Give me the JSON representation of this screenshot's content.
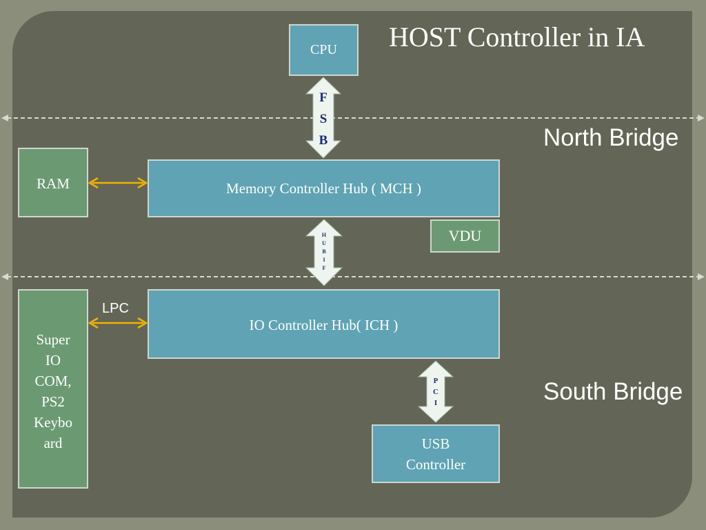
{
  "title": "HOST Controller in IA",
  "regions": {
    "north": "North Bridge",
    "south": "South Bridge"
  },
  "blocks": {
    "cpu": "CPU",
    "ram": "RAM",
    "mch": "Memory Controller Hub ( MCH )",
    "vdu": "VDU",
    "ich": "IO Controller Hub( ICH )",
    "superio": [
      "Super",
      "IO",
      "COM,",
      "PS2",
      "Keybo",
      "ard"
    ],
    "usb": [
      "USB",
      "Controller"
    ]
  },
  "links": {
    "fsb": [
      "F",
      "S",
      "B"
    ],
    "hubif": [
      "H",
      "U",
      "B",
      "I",
      "F"
    ],
    "pci": [
      "P",
      "C",
      "I"
    ],
    "lpc": "LPC"
  },
  "colors": {
    "background": "#636656",
    "teal_box": "#5fa3b4",
    "green_box": "#6b9a72",
    "arrow_orange": "#f0b400",
    "bus_arrow": "#eef5ee",
    "dashed_line": "#d8dccf"
  }
}
